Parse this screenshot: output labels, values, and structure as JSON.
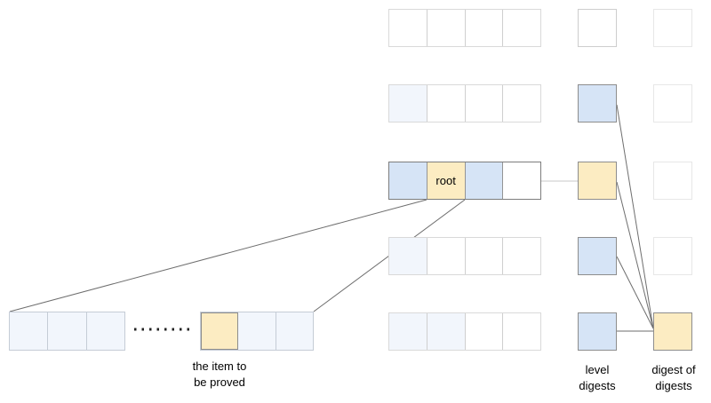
{
  "labels": {
    "root": "root",
    "item_line1": "the item to",
    "item_line2": "be proved",
    "level_line1": "level",
    "level_line2": "digests",
    "digest_line1": "digest of",
    "digest_line2": "digests"
  },
  "colors": {
    "cell_blue": "#d6e4f6",
    "cell_yellow": "#fcecc2",
    "cell_faint": "#f2f6fc",
    "cell_white": "#ffffff",
    "border_light": "#d9d9d9",
    "border_dark": "#7d7d7d",
    "border_cell_strong": "#8d8d8d",
    "border_bottom_group": "#c5ccd6",
    "line": "#6e6e6e",
    "line_light": "#c9c9c9",
    "dots": "#222222",
    "text": "#000000"
  },
  "grid": {
    "rows": [
      {
        "cells": [
          "white",
          "white",
          "white",
          "white"
        ]
      },
      {
        "cells": [
          "faint",
          "white",
          "white",
          "white"
        ]
      },
      {
        "cells": [
          "blue",
          "yellow",
          "blue",
          "white"
        ]
      },
      {
        "cells": [
          "faint",
          "white",
          "white",
          "white"
        ]
      },
      {
        "cells": [
          "faint",
          "faint",
          "white",
          "white"
        ]
      }
    ],
    "level_column": [
      "white",
      "blue",
      "yellow",
      "blue",
      "blue"
    ],
    "digest_column": [
      "white",
      "white",
      "white",
      "white",
      "yellow"
    ]
  },
  "bottom_row": {
    "left_cells": [
      "faint",
      "faint",
      "faint"
    ],
    "right_cells": [
      "yellow",
      "faint",
      "faint"
    ]
  }
}
